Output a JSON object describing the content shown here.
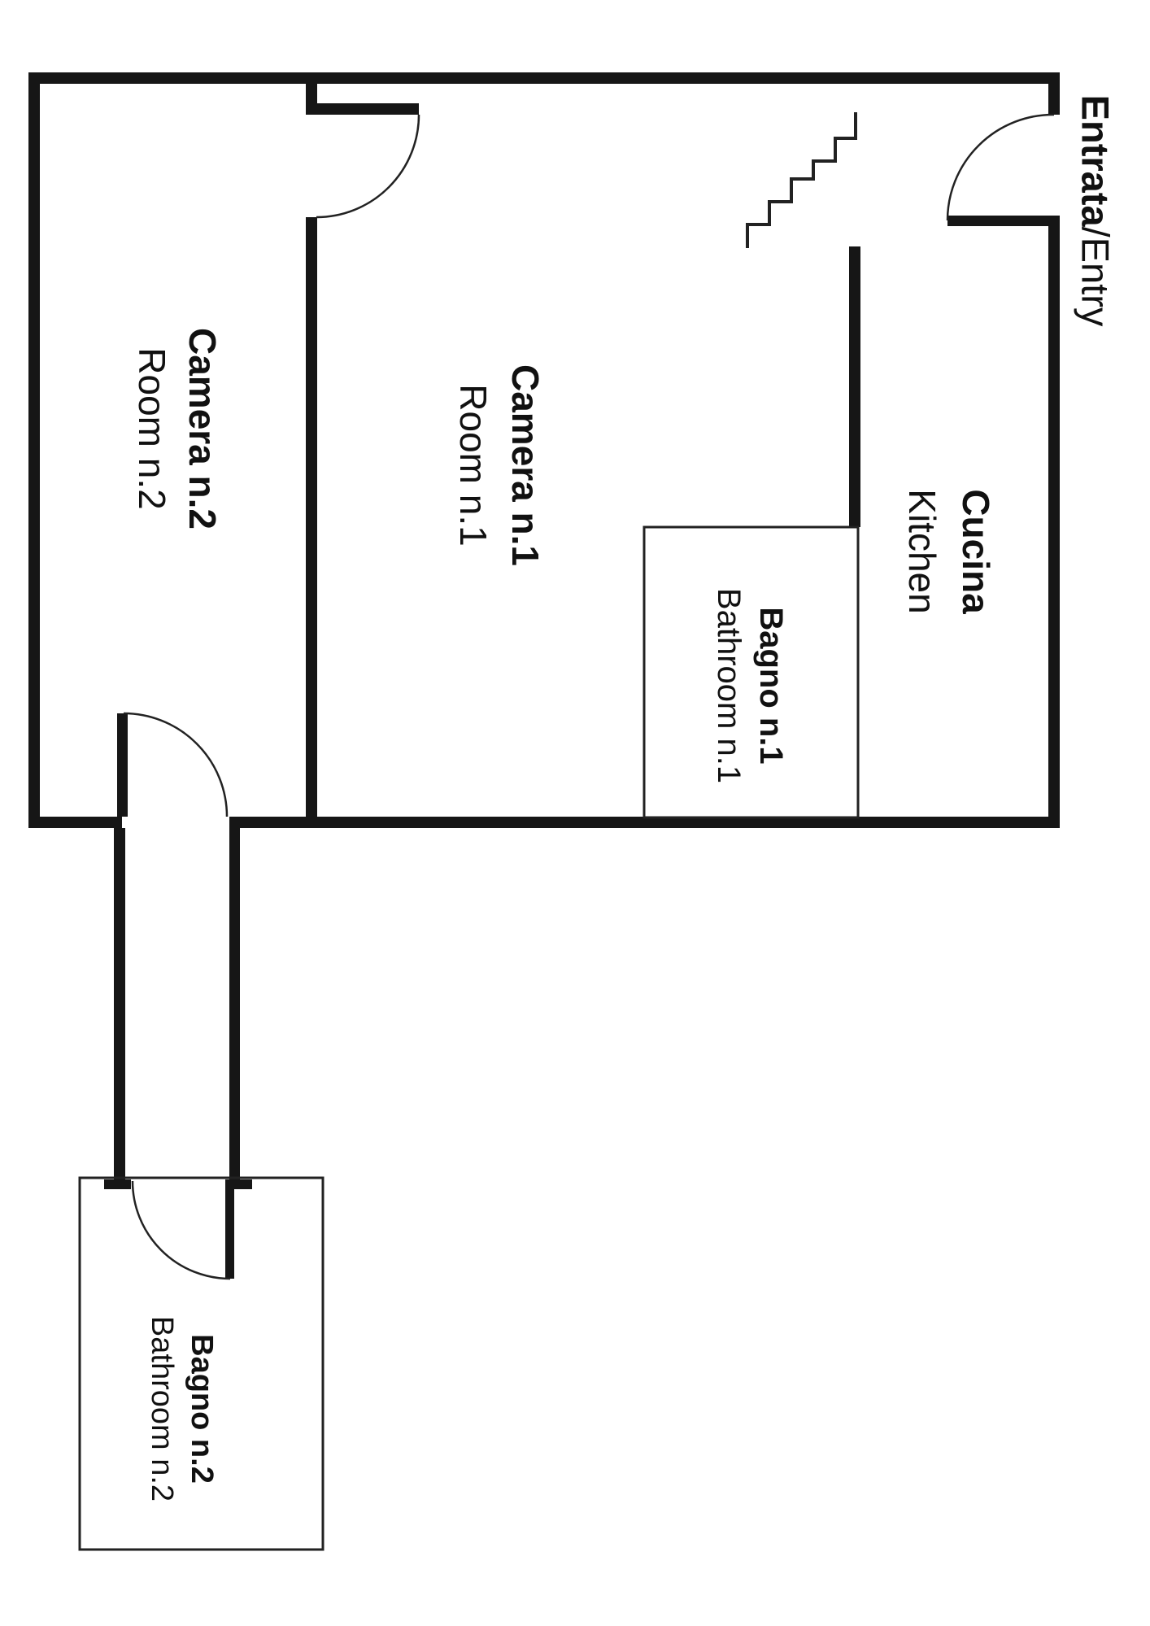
{
  "colors": {
    "background": "#ffffff",
    "wall": "#161616",
    "line": "#222222",
    "text": "#111111"
  },
  "rooms": [
    {
      "id": "entry",
      "name": "Entrata",
      "name_en": "/Entry"
    },
    {
      "id": "room2",
      "name": "Camera n.2",
      "name_en": "Room n.2"
    },
    {
      "id": "room1",
      "name": "Camera n.1",
      "name_en": "Room n.1"
    },
    {
      "id": "kitchen",
      "name": "Cucina",
      "name_en": "Kitchen"
    },
    {
      "id": "bathroom1",
      "name": "Bagno n.1",
      "name_en": "Bathroom n.1"
    },
    {
      "id": "bathroom2",
      "name": "Bagno n.2",
      "name_en": "Bathroom n.2"
    }
  ]
}
